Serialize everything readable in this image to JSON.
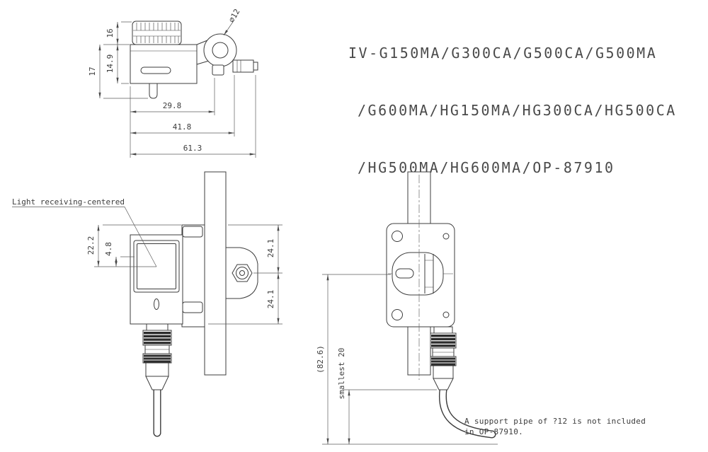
{
  "colors": {
    "background": "#ffffff",
    "line": "#3c3c3c",
    "dimension_line": "#5c5c5c",
    "text": "#3c3c3c",
    "title_text": "#4a4a4a"
  },
  "title": {
    "lines": [
      "IV-G150MA/G300CA/G500CA/G500MA",
      "/G600MA/HG150MA/HG300CA/HG500CA",
      "/HG500MA/HG600MA/OP-87910"
    ]
  },
  "top_view": {
    "dia": "∅12",
    "h_16": "16",
    "h_14_9": "14.9",
    "h_17": "17",
    "w_29_8": "29.8",
    "w_41_8": "41.8",
    "w_61_3": "61.3"
  },
  "front_view": {
    "label": "Light receiving-centered",
    "v_22_2": "22.2",
    "v_4_8": "4.8",
    "v_24_1_top": "24.1",
    "v_24_1_bottom": "24.1"
  },
  "side_view": {
    "v_82_6": "(82.6)",
    "v_smallest_20": "smallest 20"
  },
  "note": {
    "lines": [
      "A support pipe of ?12 is not included",
      "in OP-87910."
    ]
  }
}
